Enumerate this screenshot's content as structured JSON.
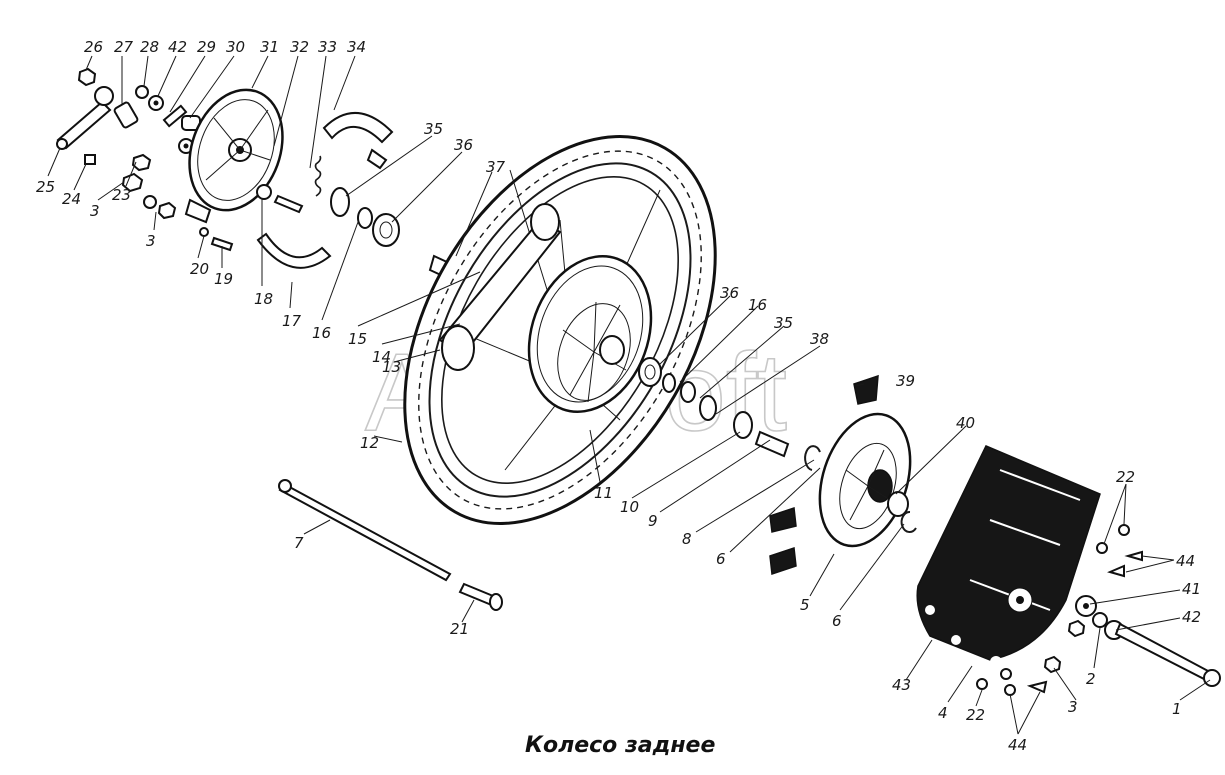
{
  "title": "Колесо заднее",
  "watermark": "AutoSoft",
  "labels": [
    "26",
    "27",
    "28",
    "42",
    "29",
    "30",
    "31",
    "32",
    "33",
    "34",
    "25",
    "24",
    "3",
    "23",
    "3",
    "20",
    "19",
    "18",
    "17",
    "35",
    "36",
    "37",
    "16",
    "15",
    "14",
    "13",
    "12",
    "11",
    "36",
    "16",
    "35",
    "38",
    "39",
    "40",
    "10",
    "9",
    "8",
    "6",
    "5",
    "6",
    "7",
    "21",
    "22",
    "44",
    "41",
    "42",
    "2",
    "3",
    "1",
    "43",
    "4",
    "22",
    "44"
  ]
}
